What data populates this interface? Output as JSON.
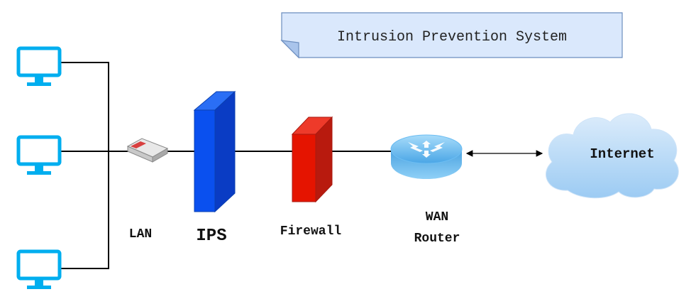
{
  "note": {
    "title": "Intrusion Prevention System",
    "fill": "#dae8fc",
    "stroke": "#6c8ebf"
  },
  "labels": {
    "lan": "LAN",
    "ips": "IPS",
    "firewall": "Firewall",
    "router_line1": "WAN",
    "router_line2": "Router",
    "internet": "Internet"
  },
  "colors": {
    "monitor": "#00aeef",
    "ips": "#0050ef",
    "firewall": "#e51400",
    "router": "#5fb5ef",
    "cloud": "#b7d8f7",
    "wire": "#000000"
  },
  "icons": {
    "computers": [
      "monitor-icon",
      "monitor-icon",
      "monitor-icon"
    ],
    "switch": "switch-icon",
    "ips": "ips-appliance-icon",
    "firewall": "firewall-icon",
    "router": "router-icon",
    "cloud": "cloud-icon"
  }
}
